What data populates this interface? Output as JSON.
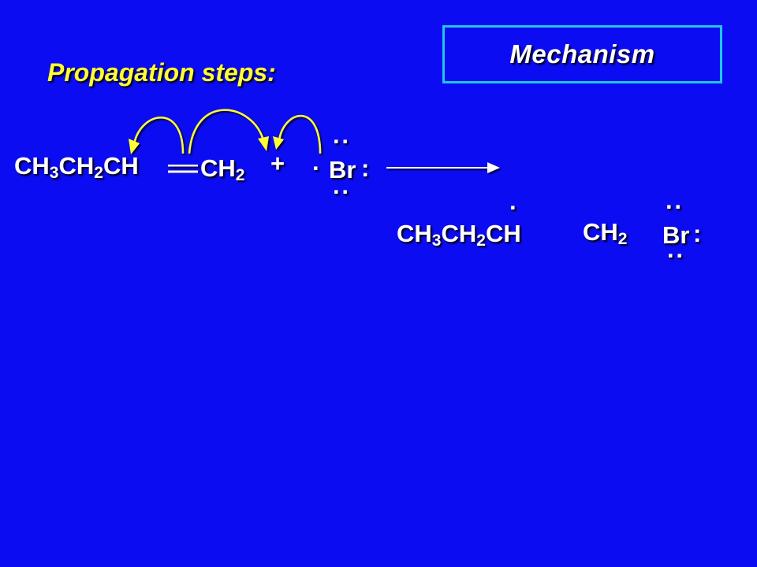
{
  "header": {
    "mechanism_title": "Mechanism"
  },
  "section": {
    "title": "Propagation steps:"
  },
  "reactants": {
    "alkene_left": {
      "text": "CH",
      "s1": "3",
      "mid": "CH",
      "s2": "2",
      "end": "CH"
    },
    "alkene_right": {
      "text": "CH",
      "sub": "2"
    },
    "plus": "+",
    "bromine_radical_dot": "·",
    "bromine": "Br",
    "lone_pair_top": "··",
    "lone_pair_right": ":",
    "lone_pair_bottom": "··"
  },
  "product": {
    "left": {
      "text": "CH",
      "s1": "3",
      "mid": "CH",
      "s2": "2",
      "end": "CH"
    },
    "radical_dot": "·",
    "middle": {
      "text": "CH",
      "sub": "2"
    },
    "bromine": "Br",
    "lone_pair_top": "··",
    "lone_pair_right": ":",
    "lone_pair_bottom": "··"
  },
  "colors": {
    "background": "#0c0cf2",
    "title_box_border": "#21c6ec",
    "accent_yellow": "#ffff33",
    "text": "#ffffff"
  },
  "icons": [
    "curved-arrow-icon",
    "reaction-arrow-icon"
  ]
}
